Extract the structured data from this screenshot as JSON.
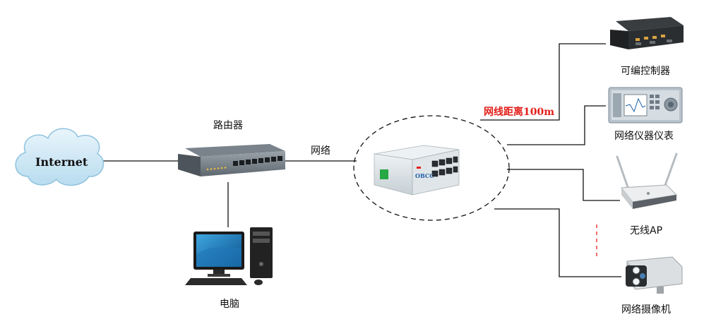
{
  "cloud": {
    "label": "Internet"
  },
  "router": {
    "label": "路由器"
  },
  "link_label": "网络",
  "computer": {
    "label": "电脑"
  },
  "switch": {
    "brand": "OBCC"
  },
  "distance_label": "网线距离100m",
  "devices": [
    {
      "label": "可编控制器"
    },
    {
      "label": "网络仪器仪表"
    },
    {
      "label": "无线AP"
    },
    {
      "label": "网络摄像机"
    }
  ],
  "colors": {
    "line": "#111111",
    "accent_red": "#e3201b",
    "switch_body": "#d9e0e3",
    "port_green": "#28a745"
  }
}
